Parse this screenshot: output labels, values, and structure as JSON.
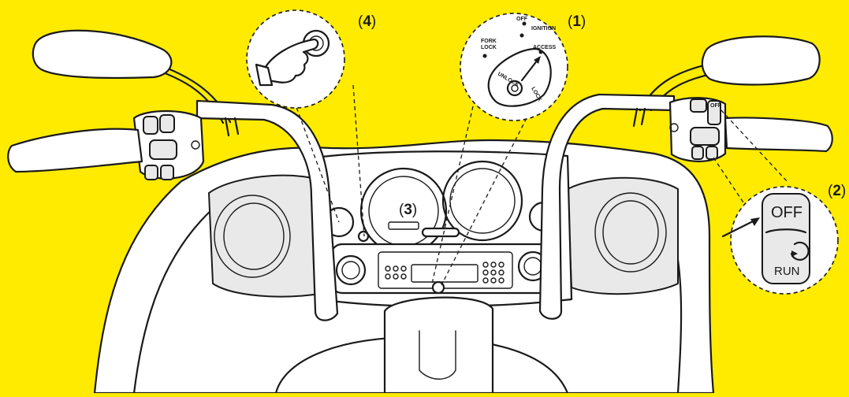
{
  "callouts": {
    "c1": "1",
    "c2": "2",
    "c3": "3",
    "c4": "4"
  },
  "ignition": {
    "off": "OFF",
    "ignition": "IGNITION",
    "fork_lock_1": "FORK",
    "fork_lock_2": "LOCK",
    "access": "ACCESS",
    "unlock": "UNLOCK",
    "lock": "LOCK"
  },
  "run_switch": {
    "off": "OFF",
    "run": "RUN",
    "small_off": "OFF"
  },
  "colors": {
    "background": "#FFEB00",
    "line": "#1a1a1a"
  }
}
